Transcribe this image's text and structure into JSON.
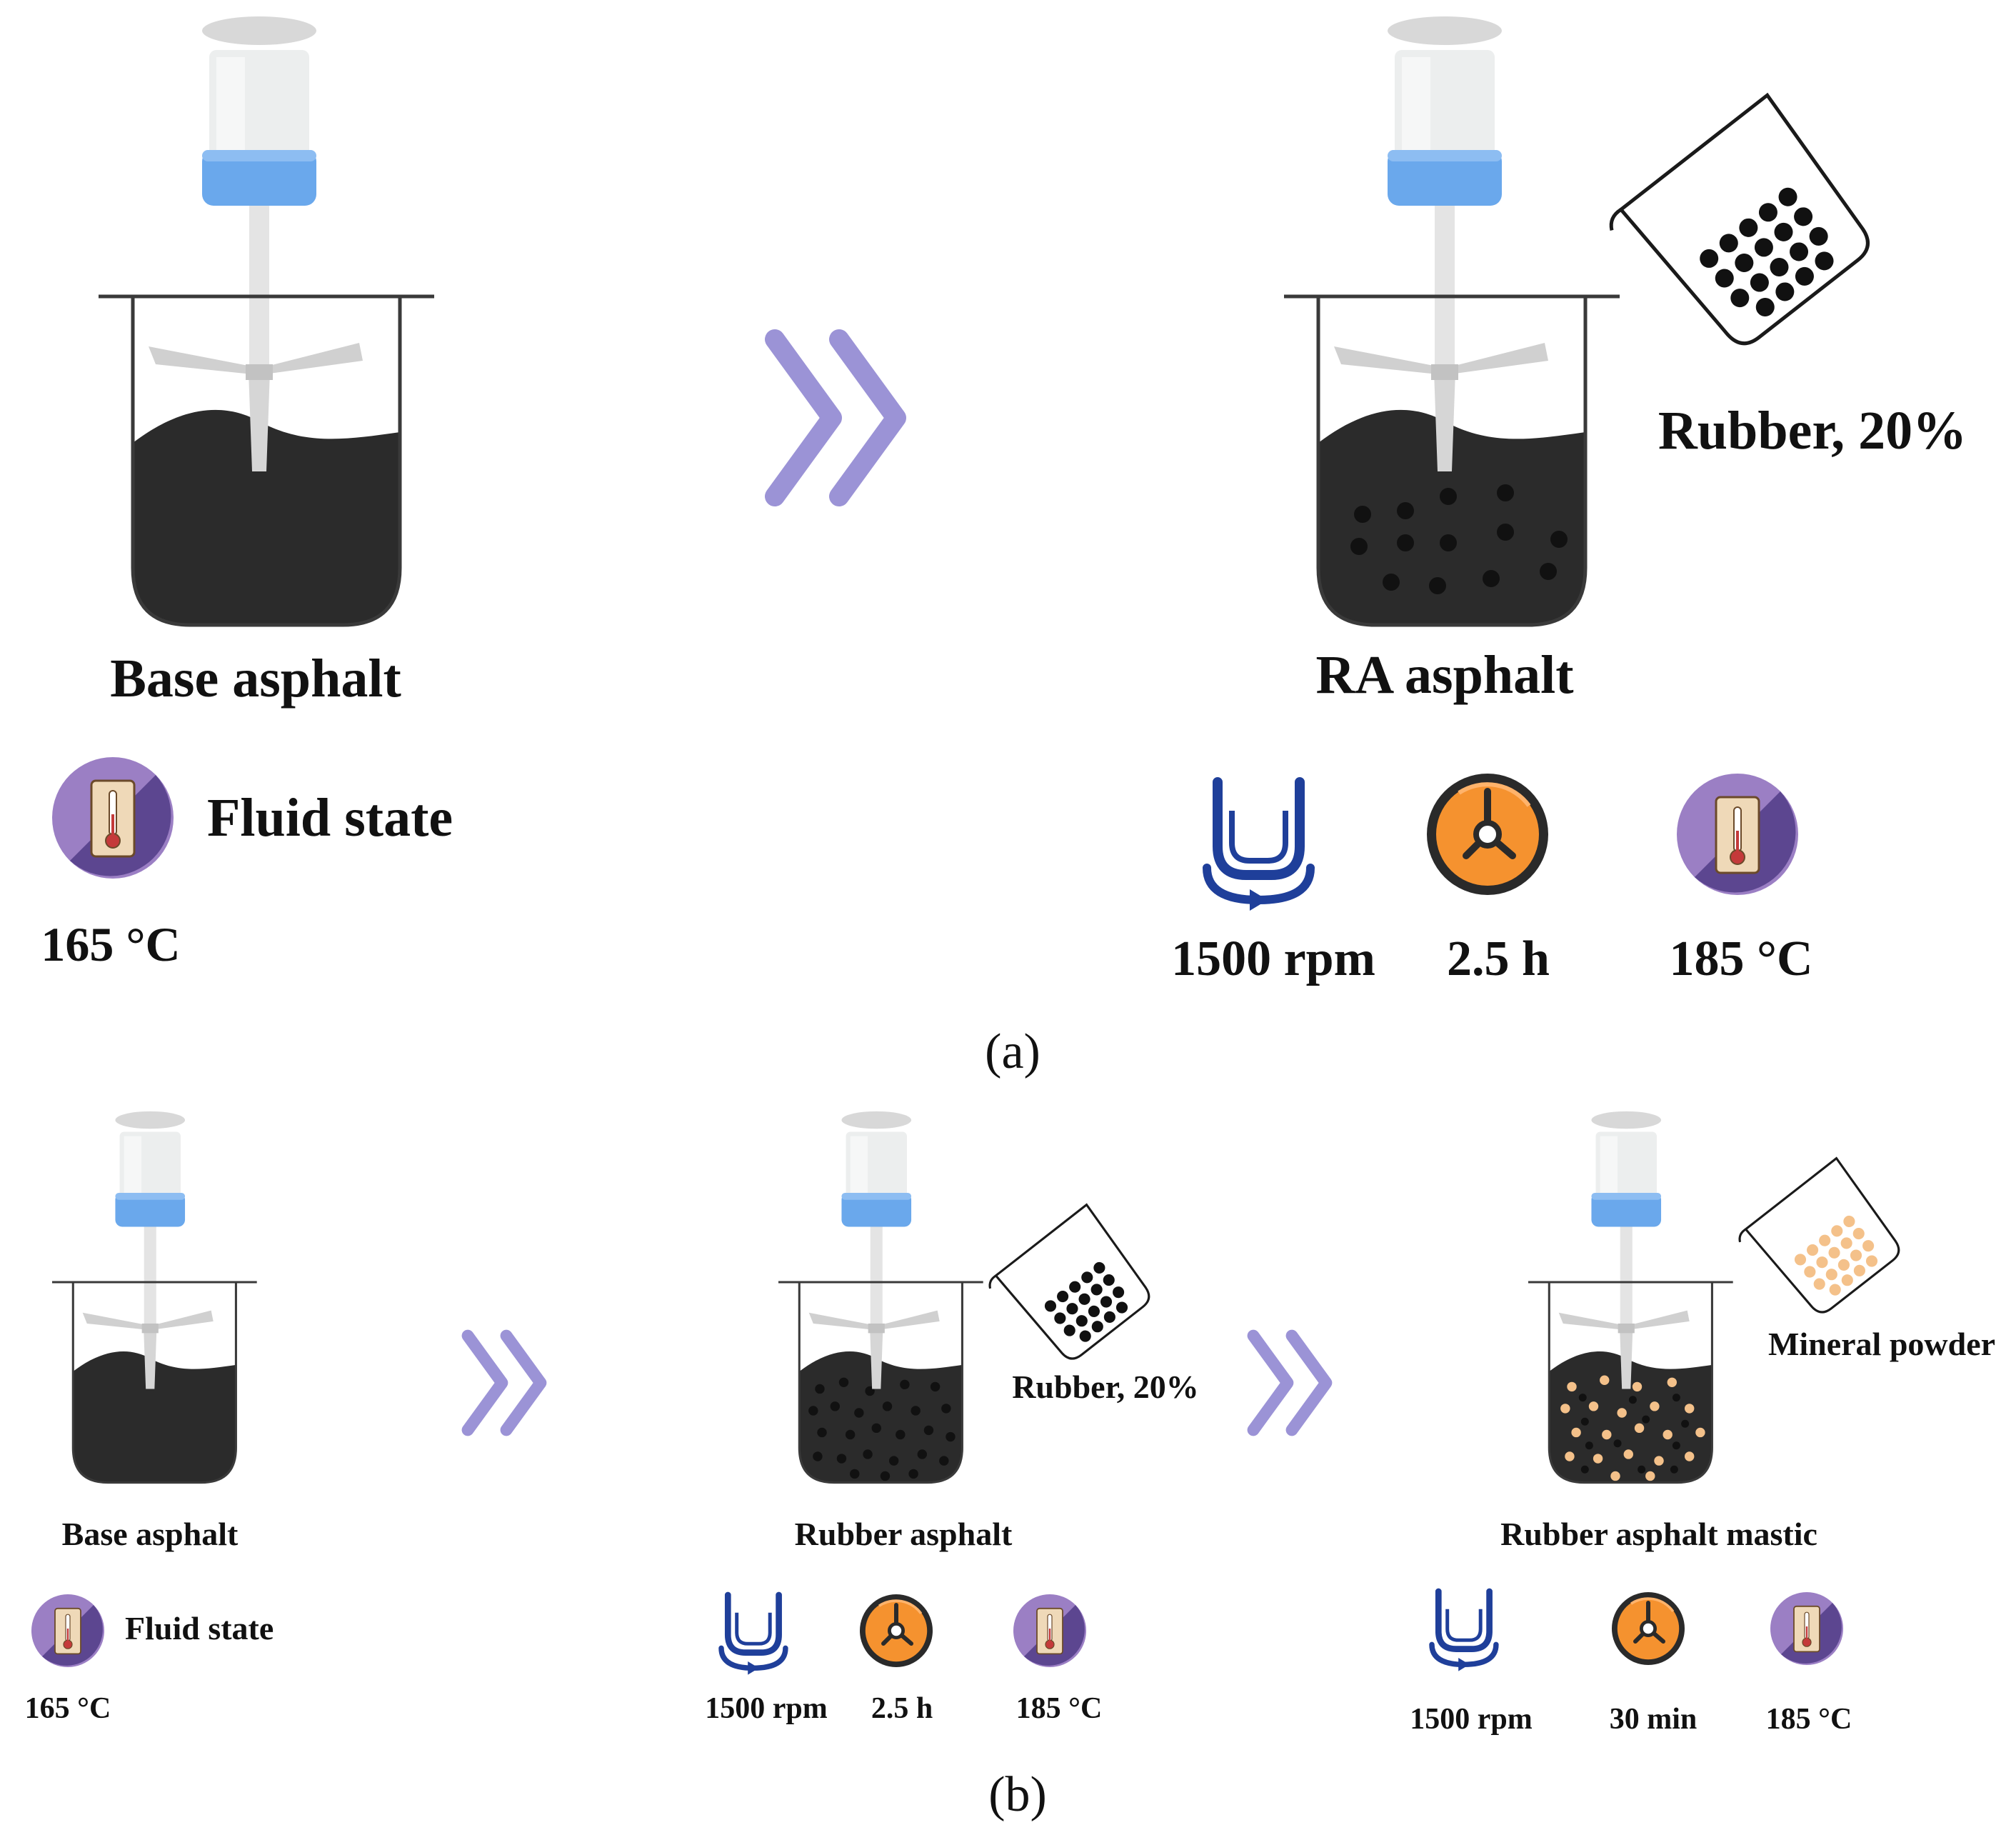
{
  "colors": {
    "asphalt": "#2b2b2b",
    "beaker_outline": "#3a3a3a",
    "blade": "#d0d0d0",
    "motor_body": "#eceeee",
    "motor_cap": "#d8d8d8",
    "motor_collar": "#6aa8ec",
    "arrow": "#9b93d6",
    "rubber_particle": "#111111",
    "mineral_particle": "#f4c18a",
    "thermo_circle": "#9b7fc4",
    "thermo_circle_dark": "#5c4690",
    "timer_orange": "#f5922f",
    "stirrer_icon_blue": "#1f3f9a"
  },
  "panel_a": {
    "base": {
      "title": "Base asphalt",
      "state_label": "Fluid state",
      "temperature": "165 °C",
      "icons": [
        "mixer-icon",
        "thermometer-icon"
      ]
    },
    "result": {
      "title": "RA asphalt",
      "additive": "Rubber, 20%",
      "speed": "1500 rpm",
      "duration": "2.5 h",
      "temperature": "185 °C",
      "icons": [
        "mixer-icon",
        "beaker-icon",
        "stirrer-speed-icon",
        "timer-icon",
        "thermometer-icon"
      ]
    },
    "caption": "(a)"
  },
  "panel_b": {
    "base": {
      "title": "Base asphalt",
      "state_label": "Fluid state",
      "temperature": "165 °C"
    },
    "rubber": {
      "title": "Rubber asphalt",
      "additive": "Rubber, 20%",
      "speed": "1500 rpm",
      "duration": "2.5 h",
      "temperature": "185 °C"
    },
    "mastic": {
      "title": "Rubber asphalt mastic",
      "additive": "Mineral powder",
      "speed": "1500 rpm",
      "duration": "30 min",
      "temperature": "185 °C"
    },
    "caption": "(b)"
  }
}
